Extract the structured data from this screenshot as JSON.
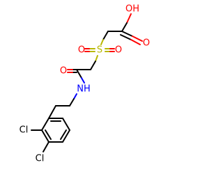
{
  "molecule": {
    "atoms": {
      "oh": "OH",
      "o_carbonyl_acid": "O",
      "s": "S",
      "o_sulfonyl_left": "O",
      "o_sulfonyl_right": "O",
      "o_amide": "O",
      "nh": "NH",
      "cl_upper": "Cl",
      "cl_lower": "Cl"
    },
    "colors": {
      "oxygen": "#ff0000",
      "nitrogen": "#0000ff",
      "sulfur": "#b8b800",
      "chlorine": "#000000",
      "bond": "#000000"
    }
  }
}
